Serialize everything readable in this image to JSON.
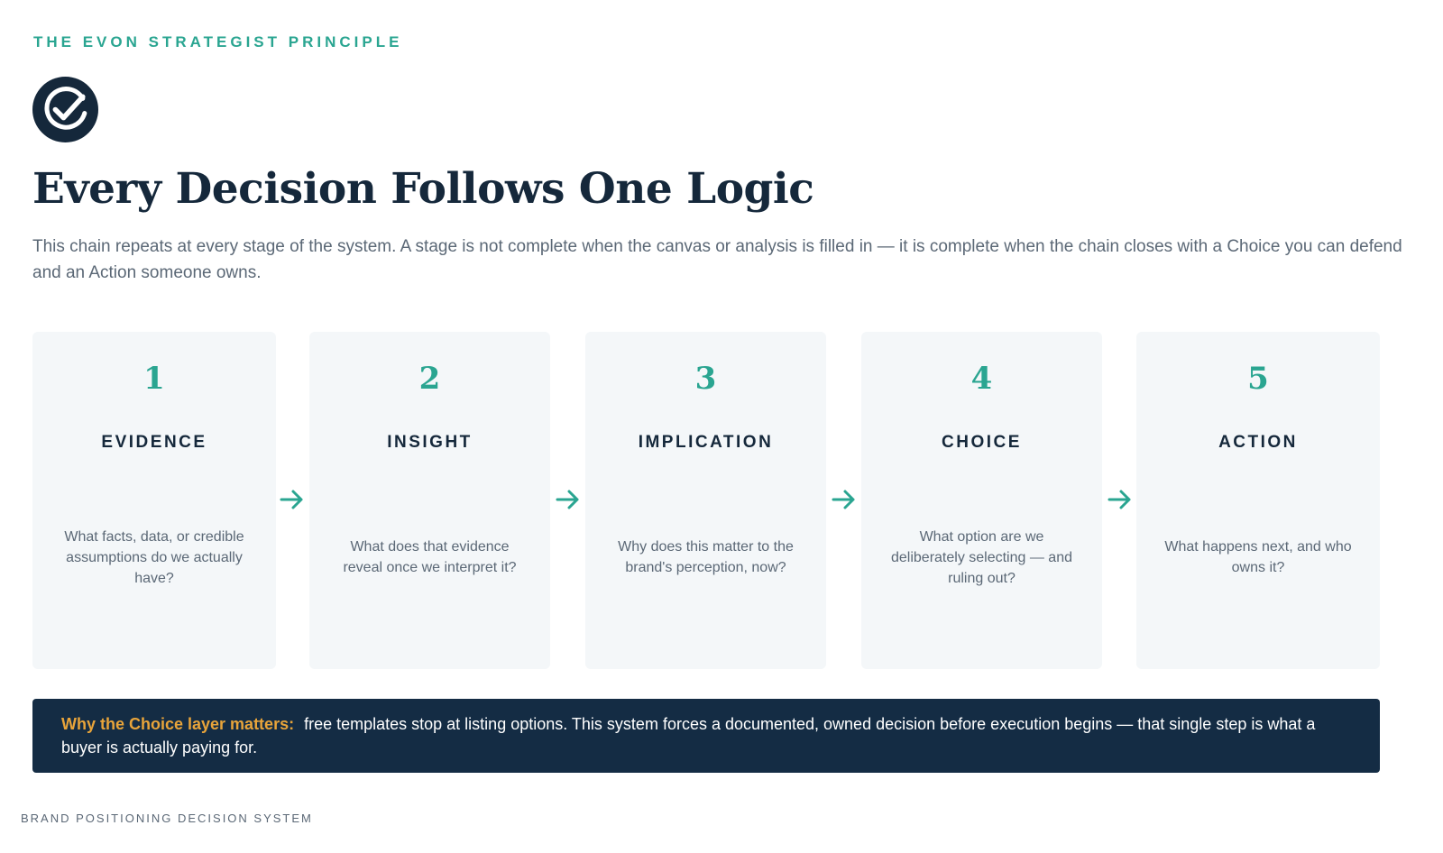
{
  "eyebrow": "THE EVON STRATEGIST PRINCIPLE",
  "logo_icon": "check-circle-icon",
  "title": "Every Decision Follows One Logic",
  "intro": "This chain repeats at every stage of the system. A stage is not complete when the canvas or analysis is filled in — it is complete when the chain closes with a Choice you can defend and an Action someone owns.",
  "steps": [
    {
      "num": "1",
      "title": "EVIDENCE",
      "question": "What facts, data, or credible assumptions do we actually have?"
    },
    {
      "num": "2",
      "title": "INSIGHT",
      "question": "What does that evidence reveal once we interpret it?"
    },
    {
      "num": "3",
      "title": "IMPLICATION",
      "question": "Why does this matter to the brand's perception, now?"
    },
    {
      "num": "4",
      "title": "CHOICE",
      "question": "What option are we deliberately selecting — and ruling out?"
    },
    {
      "num": "5",
      "title": "ACTION",
      "question": "What happens next, and who owns it?"
    }
  ],
  "arrow_icon": "arrow-right-icon",
  "callout": {
    "lead": "Why the Choice layer matters:",
    "text": "free templates stop at listing options. This system forces a documented, owned decision before execution begins — that single step is what a buyer is actually paying for."
  },
  "footer": "BRAND POSITIONING DECISION SYSTEM",
  "colors": {
    "accent": "#2aa591",
    "navy": "#15283b",
    "callout_bg": "#142c44",
    "callout_lead": "#e8a43a",
    "card_bg": "#f4f7f9"
  }
}
